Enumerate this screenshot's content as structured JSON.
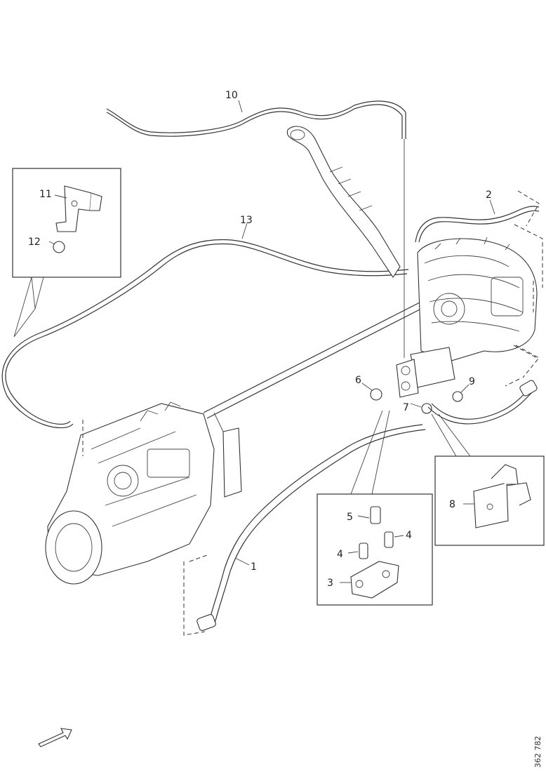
{
  "diagram": {
    "callouts": {
      "c1": "1",
      "c2": "2",
      "c3": "3",
      "c4a": "4",
      "c4b": "4",
      "c5": "5",
      "c6": "6",
      "c7": "7",
      "c8": "8",
      "c9": "9",
      "c10": "10",
      "c11": "11",
      "c12": "12",
      "c13": "13"
    },
    "doc_number": "362 782",
    "icons": {
      "direction": "direction-arrow-icon"
    }
  }
}
